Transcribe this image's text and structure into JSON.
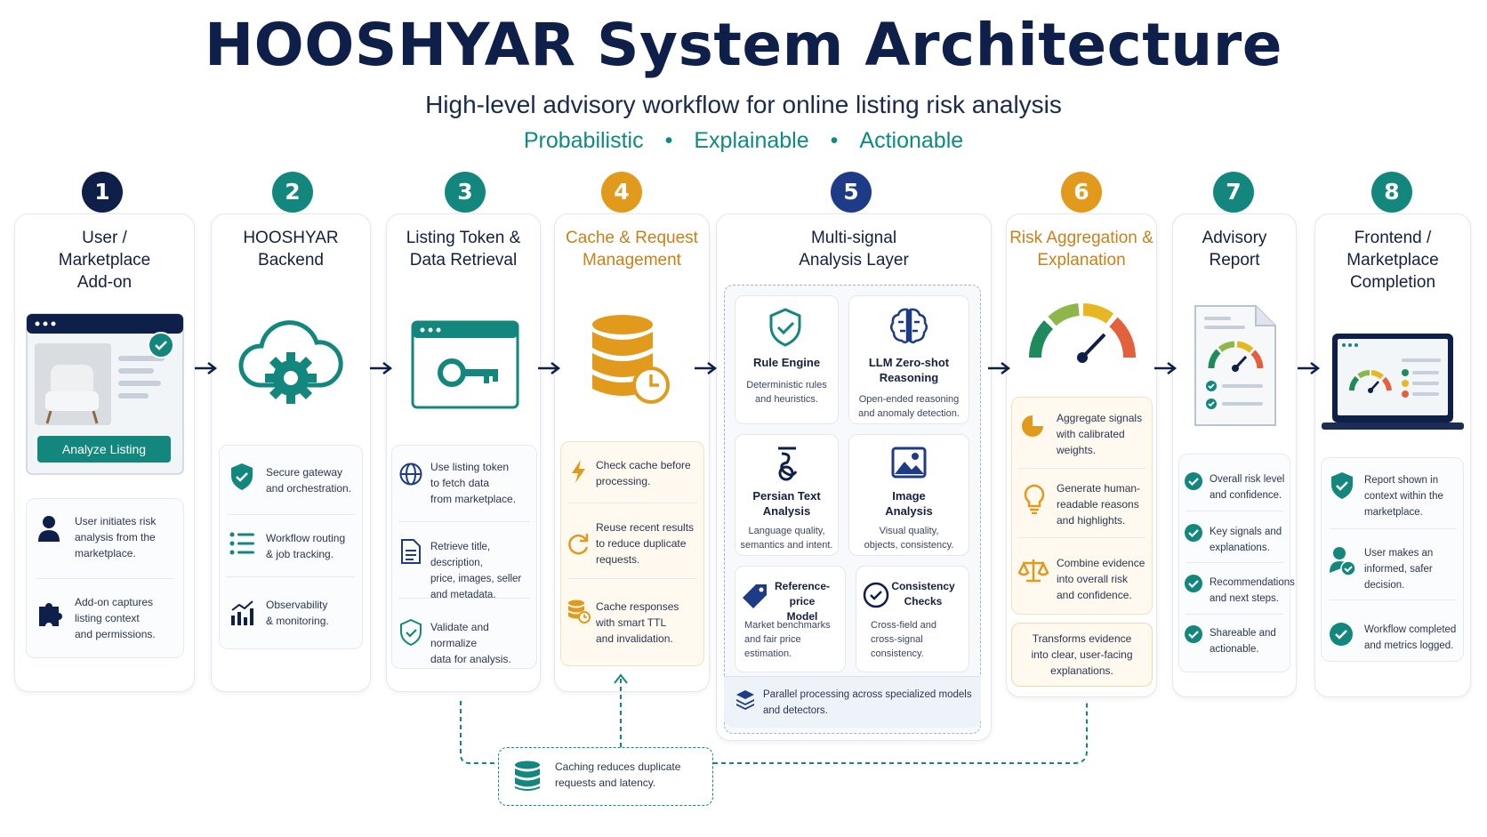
{
  "header": {
    "title": "HOOSHYAR System Architecture",
    "subtitle": "High-level advisory workflow for online listing risk analysis",
    "tags": [
      "Probabilistic",
      "Explainable",
      "Actionable"
    ],
    "separator": "•"
  },
  "colors": {
    "navy": "#0e1f4a",
    "teal": "#13877e",
    "orange": "#e29a1c",
    "blue": "#1d3b86"
  },
  "steps": [
    {
      "number": "1",
      "title": [
        "User /",
        "Marketplace",
        "Add-on"
      ],
      "button_label": "Analyze Listing",
      "items": [
        {
          "icon": "user-icon",
          "lines": [
            "User initiates risk",
            "analysis from the",
            "marketplace."
          ]
        },
        {
          "icon": "puzzle-icon",
          "lines": [
            "Add-on captures",
            "listing context",
            "and permissions."
          ]
        }
      ]
    },
    {
      "number": "2",
      "title": [
        "HOOSHYAR",
        "Backend"
      ],
      "items": [
        {
          "icon": "shield-check-icon",
          "lines": [
            "Secure gateway",
            "and orchestration."
          ]
        },
        {
          "icon": "list-icon",
          "lines": [
            "Workflow routing",
            "& job tracking."
          ]
        },
        {
          "icon": "chart-icon",
          "lines": [
            "Observability",
            "& monitoring."
          ]
        }
      ]
    },
    {
      "number": "3",
      "title": [
        "Listing Token &",
        "Data Retrieval"
      ],
      "items": [
        {
          "icon": "globe-icon",
          "lines": [
            "Use listing token",
            "to fetch data",
            "from marketplace."
          ]
        },
        {
          "icon": "document-icon",
          "lines": [
            "Retrieve title, description,",
            "price, images, seller",
            "and metadata."
          ]
        },
        {
          "icon": "shield-check-icon",
          "lines": [
            "Validate and normalize",
            "data for analysis."
          ]
        }
      ]
    },
    {
      "number": "4",
      "title": [
        "Cache & Request",
        "Management"
      ],
      "items": [
        {
          "icon": "lightning-icon",
          "lines": [
            "Check cache before",
            "processing."
          ]
        },
        {
          "icon": "refresh-icon",
          "lines": [
            "Reuse recent results",
            "to reduce duplicate",
            "requests."
          ]
        },
        {
          "icon": "database-clock-icon",
          "lines": [
            "Cache responses",
            "with smart TTL",
            "and invalidation."
          ]
        }
      ]
    },
    {
      "number": "5",
      "title": [
        "Multi-signal",
        "Analysis Layer"
      ],
      "modules": [
        {
          "icon": "shield-check-icon",
          "title": [
            "Rule Engine"
          ],
          "desc": [
            "Deterministic rules",
            "and heuristics."
          ]
        },
        {
          "icon": "brain-icon",
          "title": [
            "LLM Zero-shot",
            "Reasoning"
          ],
          "desc": [
            "Open-ended reasoning",
            "and anomaly detection."
          ]
        },
        {
          "icon": "persian-text-icon",
          "title": [
            "Persian Text",
            "Analysis"
          ],
          "desc": [
            "Language quality,",
            "semantics and intent."
          ]
        },
        {
          "icon": "image-icon",
          "title": [
            "Image",
            "Analysis"
          ],
          "desc": [
            "Visual quality,",
            "objects, consistency."
          ]
        },
        {
          "icon": "tag-icon",
          "title": [
            "Reference-price",
            "Model"
          ],
          "desc": [
            "Market benchmarks",
            "and fair price",
            "estimation."
          ]
        },
        {
          "icon": "check-circle-icon",
          "title": [
            "Consistency",
            "Checks"
          ],
          "desc": [
            "Cross-field and",
            "cross-signal",
            "consistency."
          ]
        }
      ],
      "footer": [
        "Parallel processing across specialized models",
        "and detectors."
      ]
    },
    {
      "number": "6",
      "title": [
        "Risk Aggregation &",
        "Explanation"
      ],
      "items": [
        {
          "icon": "pie-icon",
          "lines": [
            "Aggregate signals",
            "with calibrated",
            "weights."
          ]
        },
        {
          "icon": "bulb-icon",
          "lines": [
            "Generate human-",
            "readable reasons",
            "and highlights."
          ]
        },
        {
          "icon": "scale-icon",
          "lines": [
            "Combine evidence",
            "into overall risk",
            "and confidence."
          ]
        }
      ],
      "footer": [
        "Transforms evidence",
        "into clear, user-facing",
        "explanations."
      ]
    },
    {
      "number": "7",
      "title": [
        "Advisory",
        "Report"
      ],
      "items": [
        {
          "icon": "check-circle-icon",
          "lines": [
            "Overall risk level",
            "and confidence."
          ]
        },
        {
          "icon": "check-circle-icon",
          "lines": [
            "Key signals and",
            "explanations."
          ]
        },
        {
          "icon": "check-circle-icon",
          "lines": [
            "Recommendations",
            "and next steps."
          ]
        },
        {
          "icon": "check-circle-icon",
          "lines": [
            "Shareable and",
            "actionable."
          ]
        }
      ]
    },
    {
      "number": "8",
      "title": [
        "Frontend /",
        "Marketplace",
        "Completion"
      ],
      "items": [
        {
          "icon": "shield-check-icon",
          "lines": [
            "Report shown in",
            "context within the",
            "marketplace."
          ]
        },
        {
          "icon": "user-check-icon",
          "lines": [
            "User makes an",
            "informed, safer",
            "decision."
          ]
        },
        {
          "icon": "check-circle-icon",
          "lines": [
            "Workflow completed",
            "and metrics logged."
          ]
        }
      ]
    }
  ],
  "cache_note": [
    "Caching reduces duplicate",
    "requests and latency."
  ]
}
